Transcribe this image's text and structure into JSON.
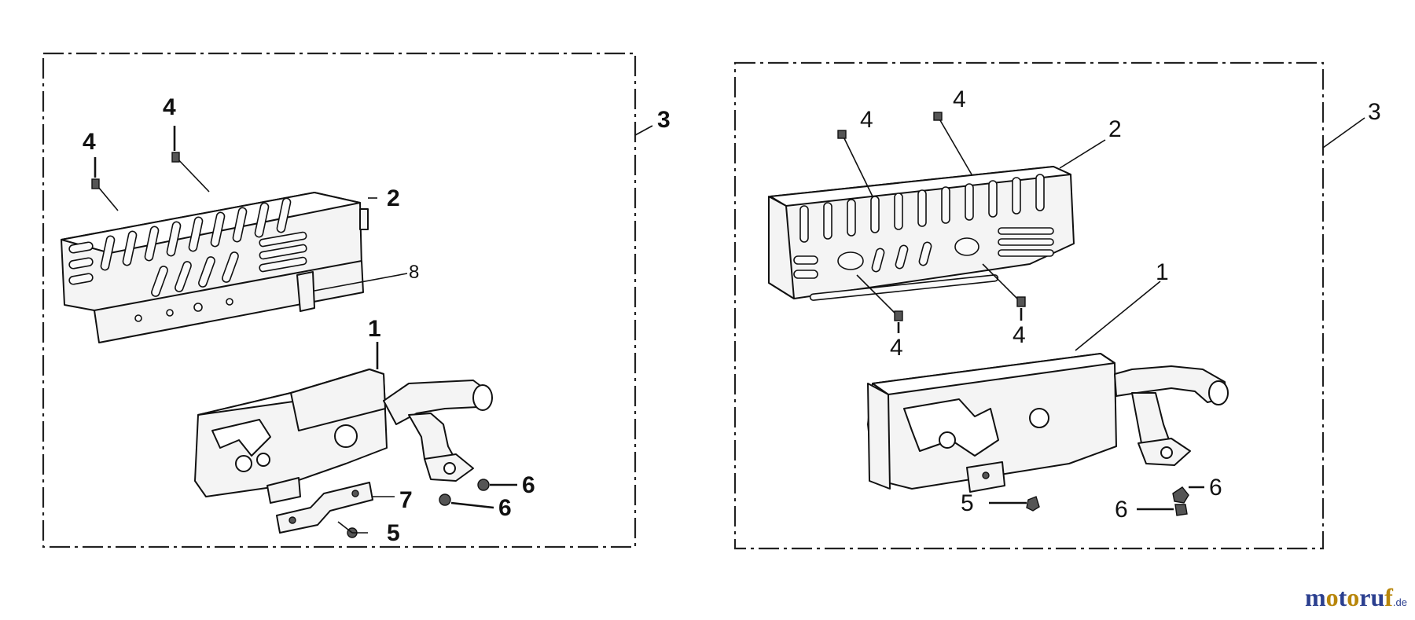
{
  "left_panel": {
    "callouts": [
      "1",
      "2",
      "3",
      "4",
      "4",
      "5",
      "6",
      "6",
      "7",
      "8"
    ]
  },
  "right_panel": {
    "callouts": [
      "1",
      "2",
      "3",
      "4",
      "4",
      "4",
      "4",
      "5",
      "6",
      "6"
    ]
  },
  "watermark": {
    "main": "motoruf",
    "suffix": ".de",
    "color_primary": "#2b3f8f",
    "color_accent": "#b8860b"
  }
}
